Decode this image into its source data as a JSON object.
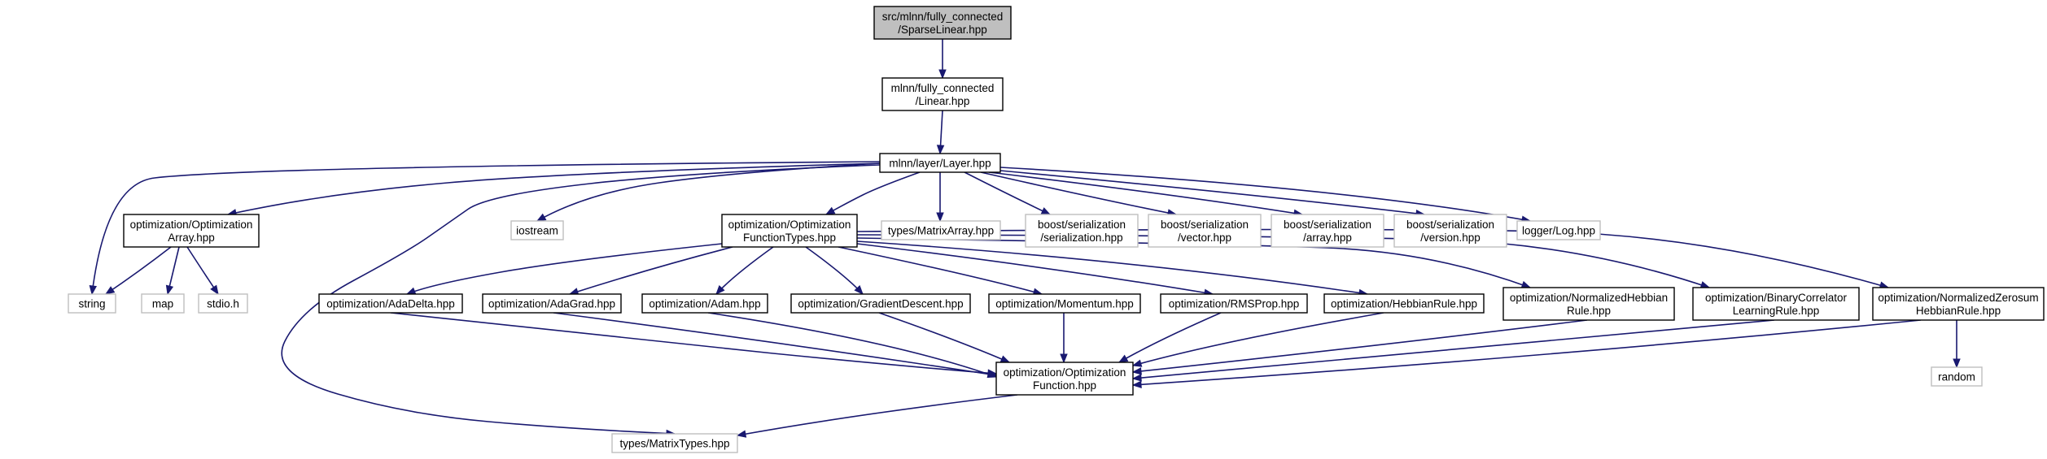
{
  "colors": {
    "edge": "#191970",
    "root_fill": "#bfbfbf",
    "node_border": "#000000",
    "external_border": "#bfbfbf",
    "node_fill": "#ffffff"
  },
  "nodes": [
    {
      "id": "sparselinear",
      "lines": [
        "src/mlnn/fully_connected",
        "/SparseLinear.hpp"
      ],
      "kind": "root"
    },
    {
      "id": "linear",
      "lines": [
        "mlnn/fully_connected",
        "/Linear.hpp"
      ],
      "kind": "internal"
    },
    {
      "id": "layer",
      "lines": [
        "mlnn/layer/Layer.hpp"
      ],
      "kind": "internal"
    },
    {
      "id": "iostream",
      "lines": [
        "iostream"
      ],
      "kind": "external"
    },
    {
      "id": "optarray",
      "lines": [
        "optimization/Optimization",
        "Array.hpp"
      ],
      "kind": "internal"
    },
    {
      "id": "string",
      "lines": [
        "string"
      ],
      "kind": "external"
    },
    {
      "id": "map",
      "lines": [
        "map"
      ],
      "kind": "external"
    },
    {
      "id": "stdio",
      "lines": [
        "stdio.h"
      ],
      "kind": "external"
    },
    {
      "id": "optfunctypes",
      "lines": [
        "optimization/Optimization",
        "FunctionTypes.hpp"
      ],
      "kind": "internal"
    },
    {
      "id": "matrixarray",
      "lines": [
        "types/MatrixArray.hpp"
      ],
      "kind": "external"
    },
    {
      "id": "boostser",
      "lines": [
        "boost/serialization",
        "/serialization.hpp"
      ],
      "kind": "external"
    },
    {
      "id": "boostvec",
      "lines": [
        "boost/serialization",
        "/vector.hpp"
      ],
      "kind": "external"
    },
    {
      "id": "boostarr",
      "lines": [
        "boost/serialization",
        "/array.hpp"
      ],
      "kind": "external"
    },
    {
      "id": "boostver",
      "lines": [
        "boost/serialization",
        "/version.hpp"
      ],
      "kind": "external"
    },
    {
      "id": "log",
      "lines": [
        "logger/Log.hpp"
      ],
      "kind": "external"
    },
    {
      "id": "adadelta",
      "lines": [
        "optimization/AdaDelta.hpp"
      ],
      "kind": "internal"
    },
    {
      "id": "adagrad",
      "lines": [
        "optimization/AdaGrad.hpp"
      ],
      "kind": "internal"
    },
    {
      "id": "adam",
      "lines": [
        "optimization/Adam.hpp"
      ],
      "kind": "internal"
    },
    {
      "id": "graddesc",
      "lines": [
        "optimization/GradientDescent.hpp"
      ],
      "kind": "internal"
    },
    {
      "id": "momentum",
      "lines": [
        "optimization/Momentum.hpp"
      ],
      "kind": "internal"
    },
    {
      "id": "rmsprop",
      "lines": [
        "optimization/RMSProp.hpp"
      ],
      "kind": "internal"
    },
    {
      "id": "hebbian",
      "lines": [
        "optimization/HebbianRule.hpp"
      ],
      "kind": "internal"
    },
    {
      "id": "normhebb",
      "lines": [
        "optimization/NormalizedHebbian",
        "Rule.hpp"
      ],
      "kind": "internal"
    },
    {
      "id": "bincorr",
      "lines": [
        "optimization/BinaryCorrelator",
        "LearningRule.hpp"
      ],
      "kind": "internal"
    },
    {
      "id": "normzero",
      "lines": [
        "optimization/NormalizedZerosum",
        "HebbianRule.hpp"
      ],
      "kind": "internal"
    },
    {
      "id": "optfunc",
      "lines": [
        "optimization/Optimization",
        "Function.hpp"
      ],
      "kind": "internal"
    },
    {
      "id": "random",
      "lines": [
        "random"
      ],
      "kind": "external"
    },
    {
      "id": "matrixtypes",
      "lines": [
        "types/MatrixTypes.hpp"
      ],
      "kind": "external"
    }
  ],
  "edges": [
    {
      "from": "sparselinear",
      "to": "linear"
    },
    {
      "from": "linear",
      "to": "layer"
    },
    {
      "from": "layer",
      "to": "iostream"
    },
    {
      "from": "layer",
      "to": "string"
    },
    {
      "from": "layer",
      "to": "optarray"
    },
    {
      "from": "layer",
      "to": "matrixtypes"
    },
    {
      "from": "layer",
      "to": "optfunctypes"
    },
    {
      "from": "layer",
      "to": "matrixarray"
    },
    {
      "from": "layer",
      "to": "boostser"
    },
    {
      "from": "layer",
      "to": "boostvec"
    },
    {
      "from": "layer",
      "to": "boostarr"
    },
    {
      "from": "layer",
      "to": "boostver"
    },
    {
      "from": "layer",
      "to": "log"
    },
    {
      "from": "optarray",
      "to": "string"
    },
    {
      "from": "optarray",
      "to": "map"
    },
    {
      "from": "optarray",
      "to": "stdio"
    },
    {
      "from": "optfunctypes",
      "to": "adadelta"
    },
    {
      "from": "optfunctypes",
      "to": "adagrad"
    },
    {
      "from": "optfunctypes",
      "to": "adam"
    },
    {
      "from": "optfunctypes",
      "to": "graddesc"
    },
    {
      "from": "optfunctypes",
      "to": "momentum"
    },
    {
      "from": "optfunctypes",
      "to": "rmsprop"
    },
    {
      "from": "optfunctypes",
      "to": "hebbian"
    },
    {
      "from": "optfunctypes",
      "to": "normhebb"
    },
    {
      "from": "optfunctypes",
      "to": "bincorr"
    },
    {
      "from": "optfunctypes",
      "to": "normzero"
    },
    {
      "from": "adadelta",
      "to": "optfunc"
    },
    {
      "from": "adagrad",
      "to": "optfunc"
    },
    {
      "from": "adam",
      "to": "optfunc"
    },
    {
      "from": "graddesc",
      "to": "optfunc"
    },
    {
      "from": "momentum",
      "to": "optfunc"
    },
    {
      "from": "rmsprop",
      "to": "optfunc"
    },
    {
      "from": "hebbian",
      "to": "optfunc"
    },
    {
      "from": "normhebb",
      "to": "optfunc"
    },
    {
      "from": "bincorr",
      "to": "optfunc"
    },
    {
      "from": "normzero",
      "to": "optfunc"
    },
    {
      "from": "normzero",
      "to": "random"
    },
    {
      "from": "optfunc",
      "to": "matrixtypes"
    }
  ]
}
